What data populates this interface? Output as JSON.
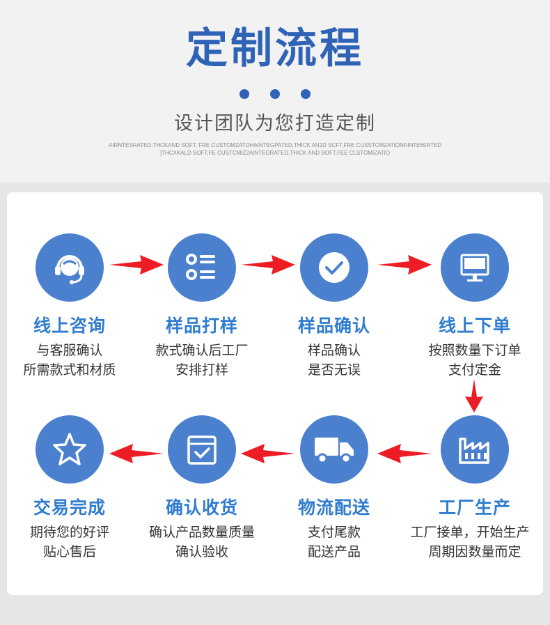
{
  "header": {
    "title": "定制流程",
    "subtitle": "设计团队为您打造定制",
    "english_line1": "AIRNTESRATED,THCKAND SOFT, FRE CUSTOMZATOHAINTEGPATED,THICK AN1D SCFT,FRE CUSSTCMZATIONAINTE65RTED",
    "english_line2": "]THCXKALD SOFT,FE CUSTCMIZ2AINTEGRATED,THICK AND SOFT,FEE CLSTOMIZATIO"
  },
  "colors": {
    "accent": "#2f63b6",
    "circle": "#4a80cd",
    "step_title": "#2f7cd0",
    "arrow": "#ee1c24"
  },
  "steps": [
    {
      "icon": "headset-icon",
      "title": "线上咨询",
      "desc1": "与客服确认",
      "desc2": "所需款式和材质"
    },
    {
      "icon": "list-icon",
      "title": "样品打样",
      "desc1": "款式确认后工厂",
      "desc2": "安排打样"
    },
    {
      "icon": "check-circle-icon",
      "title": "样品确认",
      "desc1": "样品确认",
      "desc2": "是否无误"
    },
    {
      "icon": "monitor-icon",
      "title": "线上下单",
      "desc1": "按照数量下订单",
      "desc2": "支付定金"
    },
    {
      "icon": "factory-icon",
      "title": "工厂生产",
      "desc1": "工厂接单，开始生产",
      "desc2": "周期因数量而定"
    },
    {
      "icon": "truck-icon",
      "title": "物流配送",
      "desc1": "支付尾款",
      "desc2": "配送产品"
    },
    {
      "icon": "box-check-icon",
      "title": "确认收货",
      "desc1": "确认产品数量质量",
      "desc2": "确认验收"
    },
    {
      "icon": "star-icon",
      "title": "交易完成",
      "desc1": "期待您的好评",
      "desc2": "贴心售后"
    }
  ]
}
